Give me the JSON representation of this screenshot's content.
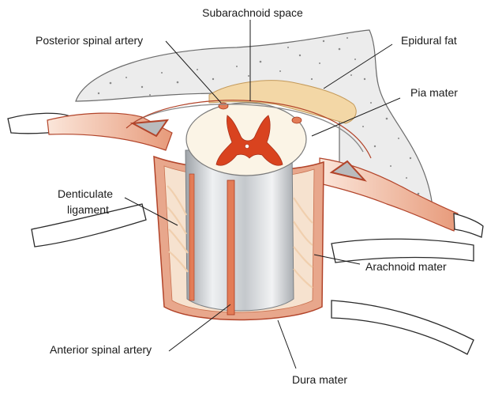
{
  "labels": {
    "subarachnoid_space": "Subarachnoid space",
    "posterior_spinal_artery": "Posterior spinal artery",
    "epidural_fat": "Epidural fat",
    "pia_mater": "Pia mater",
    "denticulate_ligament_line1": "Denticulate",
    "denticulate_ligament_line2": "ligament",
    "arachnoid_mater": "Arachnoid mater",
    "anterior_spinal_artery": "Anterior spinal artery",
    "dura_mater": "Dura mater"
  },
  "colors": {
    "dura": "#e8a78c",
    "dura_edge": "#b2442a",
    "grey_matter": "#d9431f",
    "white_matter": "#fbf4e6",
    "bone": "#e9e9e9",
    "fat": "#f3d7a6",
    "cord_silver": "#cfd2d6"
  }
}
